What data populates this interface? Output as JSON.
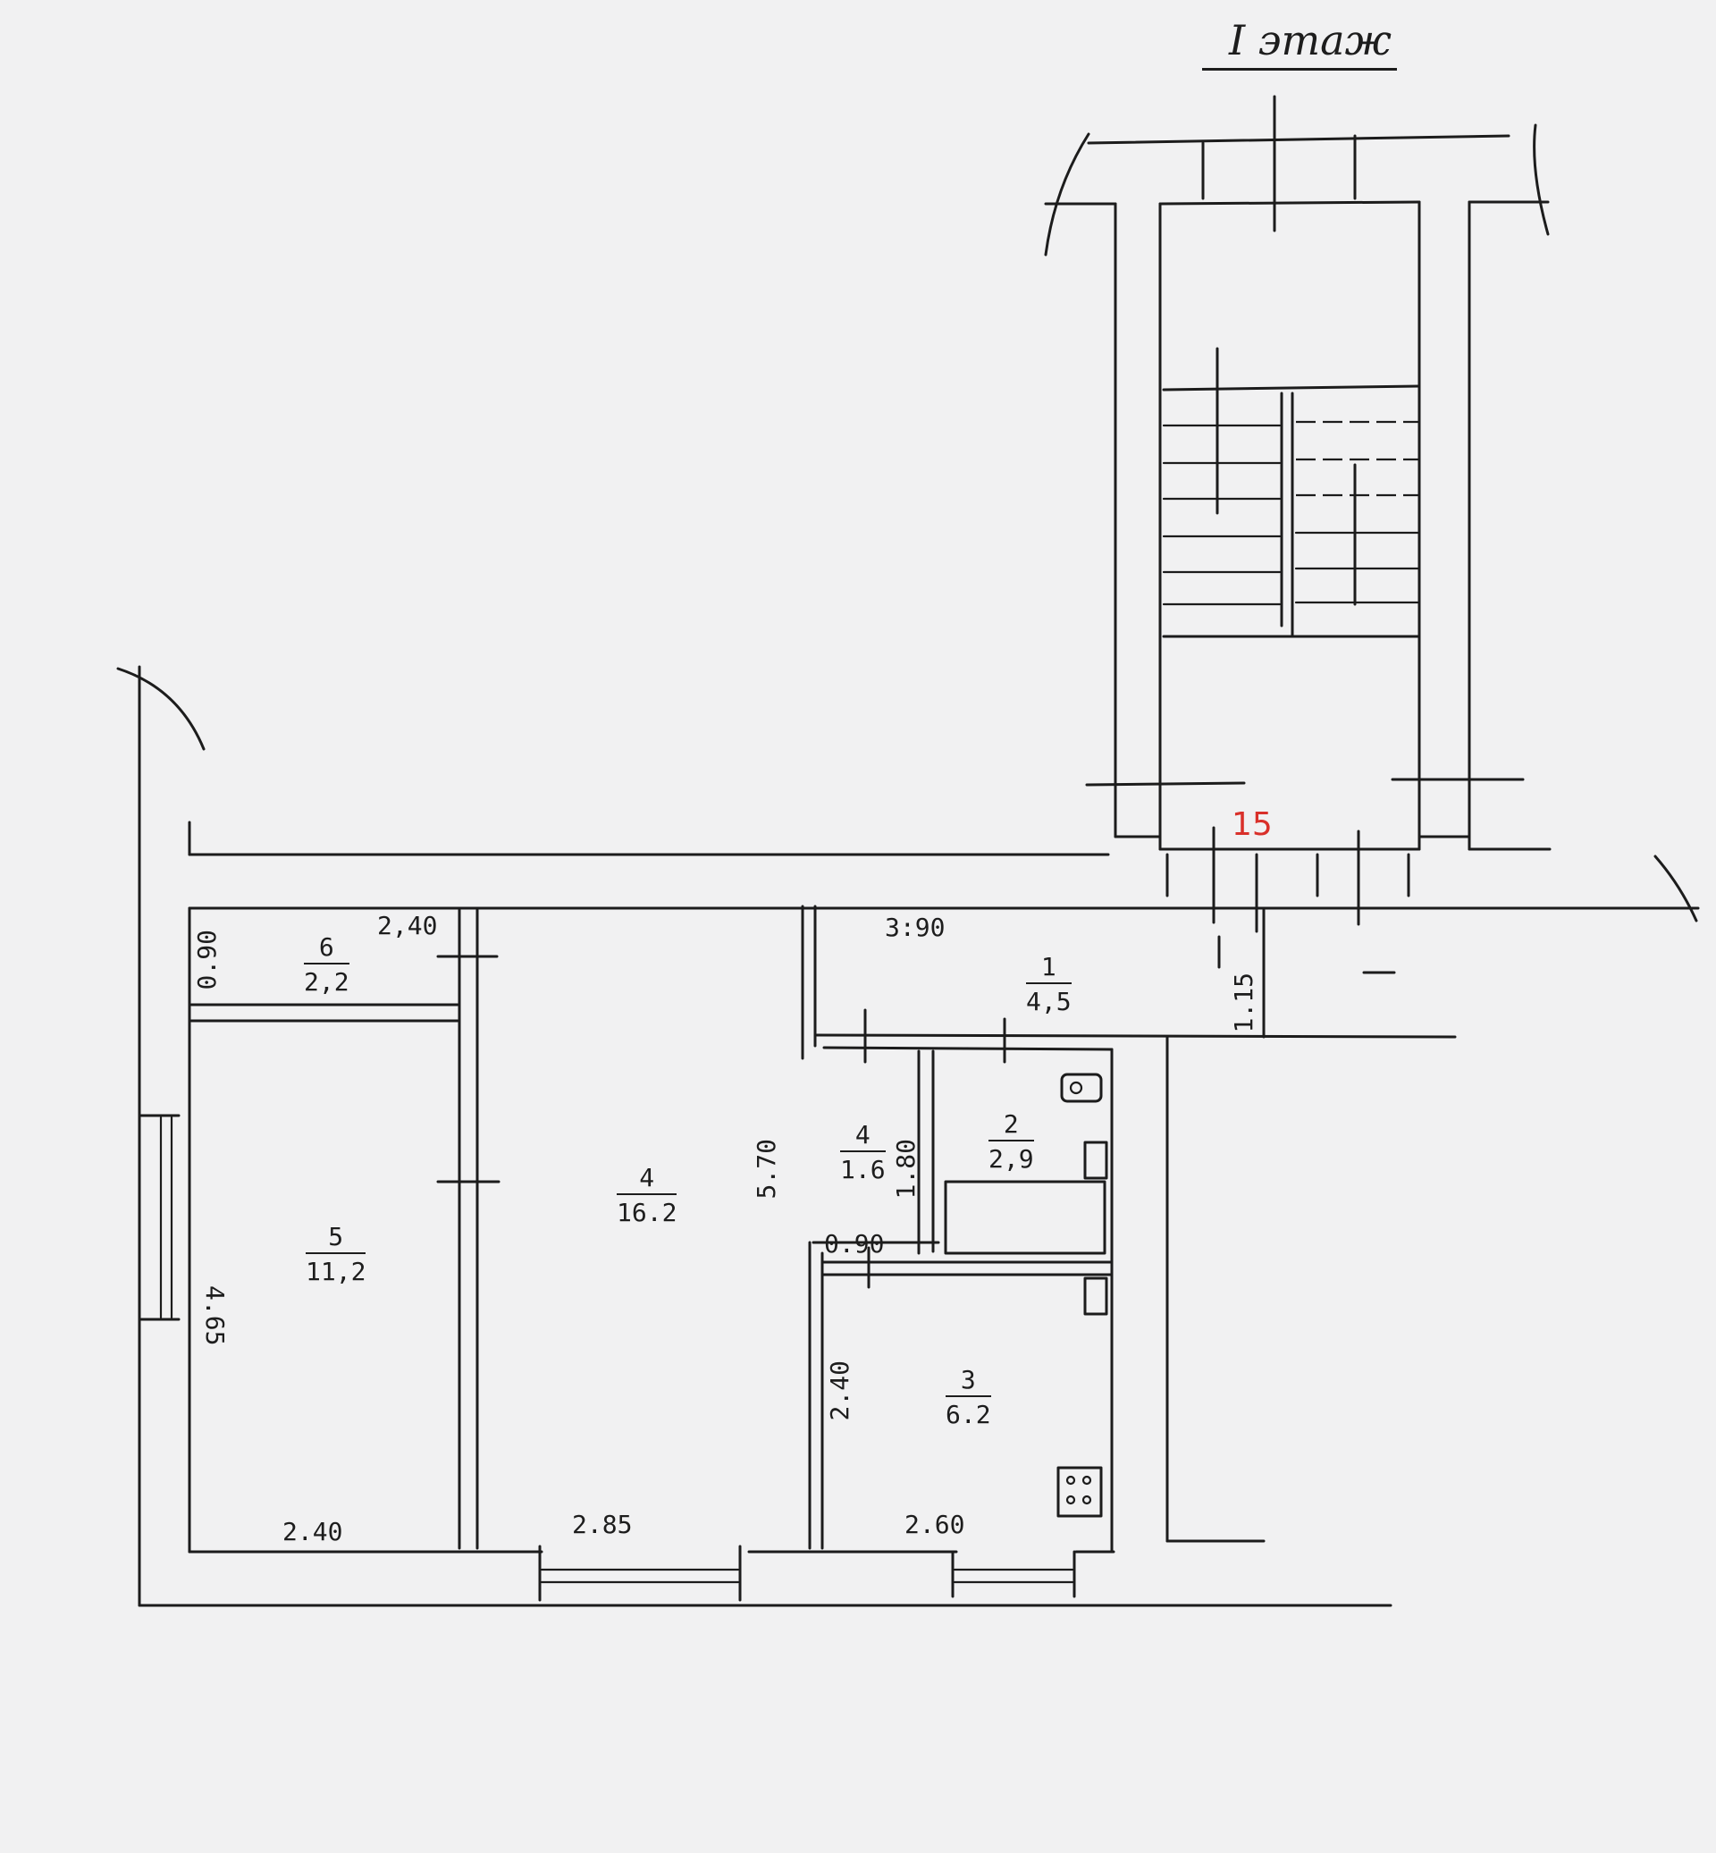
{
  "floor_label": "I этаж",
  "entrance_number": "15",
  "rooms": [
    {
      "number": "1",
      "area": "4,5"
    },
    {
      "number": "2",
      "area": "2,9"
    },
    {
      "number": "3",
      "area": "6.2"
    },
    {
      "number": "4",
      "area": "16.2"
    },
    {
      "number": "5",
      "area": "11,2"
    },
    {
      "number": "6",
      "area": "2,2"
    },
    {
      "number": "4",
      "area": "1.6"
    }
  ],
  "dimensions": {
    "d_090_top": "0.90",
    "d_240_top": "2,40",
    "d_390": "3:90",
    "d_115": "1.15",
    "d_570": "5.70",
    "d_180": "1.80",
    "d_090_mid": "0.90",
    "d_465": "4.65",
    "d_240_right": "2.40",
    "d_240_bottom": "2.40",
    "d_285": "2.85",
    "d_260": "2.60"
  },
  "colors": {
    "ink": "#1c1c1c",
    "paper": "#f1f1f2",
    "entrance": "#d9302a"
  }
}
